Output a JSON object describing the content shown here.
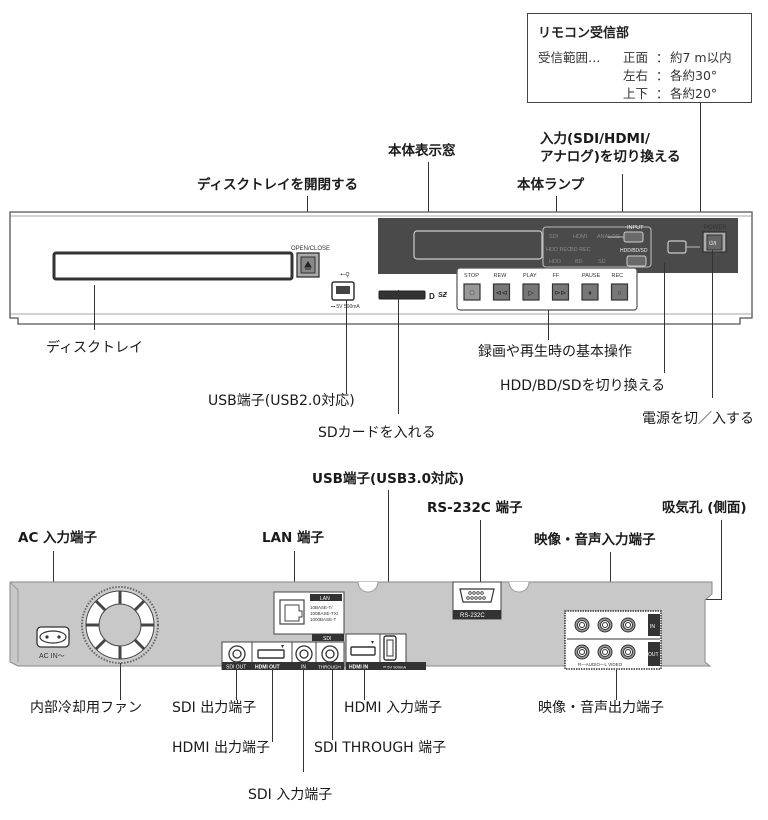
{
  "remote_receiver": {
    "title": "リモコン受信部",
    "range_label": "受信範囲…",
    "rows": [
      {
        "dir": "正面",
        "value": "約7 m以内"
      },
      {
        "dir": "左右",
        "value": "各約30°"
      },
      {
        "dir": "上下",
        "value": "各約20°"
      }
    ],
    "sep": "："
  },
  "front_labels": {
    "display_window": "本体表示窓",
    "input_switch_line1": "入力(SDI/HDMI/",
    "input_switch_line2": "アナログ)を切り換える",
    "lamps": "本体ランプ",
    "open_close": "ディスクトレイを開閉する",
    "disc_tray": "ディスクトレイ",
    "usb2": "USB端子(USB2.0対応)",
    "sd_card": "SDカードを入れる",
    "basic_ops": "録画や再生時の基本操作",
    "media_switch": "HDD/BD/SDを切り換える",
    "power": "電源を切／入する"
  },
  "front_panel": {
    "open_close_text": "OPEN/CLOSE",
    "usb_rating": "⎓ 5V 500mA",
    "lamps_row1": [
      "SDI",
      "HDMI",
      "ANALOG"
    ],
    "lamps_row2": [
      "HDD REC",
      "BD REC"
    ],
    "lamps_row3": [
      "HDD",
      "BD",
      "SD"
    ],
    "input_btn": "INPUT",
    "media_btn": "HDD/BD/SD",
    "power_text": "POWER",
    "power_symbol": "⏻/I",
    "transport": [
      {
        "label": "STOP",
        "icon": "□"
      },
      {
        "label": "REW",
        "icon": "⊲⊲"
      },
      {
        "label": "PLAY",
        "icon": "▷"
      },
      {
        "label": "FF",
        "icon": "⊳⊳"
      },
      {
        "label": "PAUSE",
        "icon": "⏸"
      },
      {
        "label": "REC",
        "icon": "○"
      }
    ],
    "sd_logo": "SD XC"
  },
  "rear_labels": {
    "usb3": "USB端子(USB3.0対応)",
    "rs232c": "RS-232C 端子",
    "air_intake": "吸気孔 (側面)",
    "ac_in": "AC 入力端子",
    "lan": "LAN 端子",
    "av_in": "映像・音声入力端子",
    "fan": "内部冷却用ファン",
    "sdi_out": "SDI 出力端子",
    "hdmi_in": "HDMI 入力端子",
    "av_out": "映像・音声出力端子",
    "hdmi_out": "HDMI 出力端子",
    "sdi_through": "SDI THROUGH 端子",
    "sdi_in": "SDI 入力端子"
  },
  "rear_panel": {
    "ac_in_text": "AC IN～",
    "lan_title": "LAN",
    "lan_spec": [
      "10BASE-T/",
      "100BASE-TX/",
      "1000BASE-T"
    ],
    "sdi_title": "SDI",
    "sdi_out_text": "SDI OUT",
    "hdmi_out_text": "HDMI OUT",
    "in_text": "IN",
    "through_text": "THROUGH",
    "hdmi_in_text": "HDMI IN",
    "usb3_rating": "⎓ 5V 900mA",
    "rs232c_text": "RS-232C",
    "av_in_text": "IN",
    "av_out_text": "OUT",
    "av_bottom_text": "R—AUDIO—L   VIDEO"
  }
}
